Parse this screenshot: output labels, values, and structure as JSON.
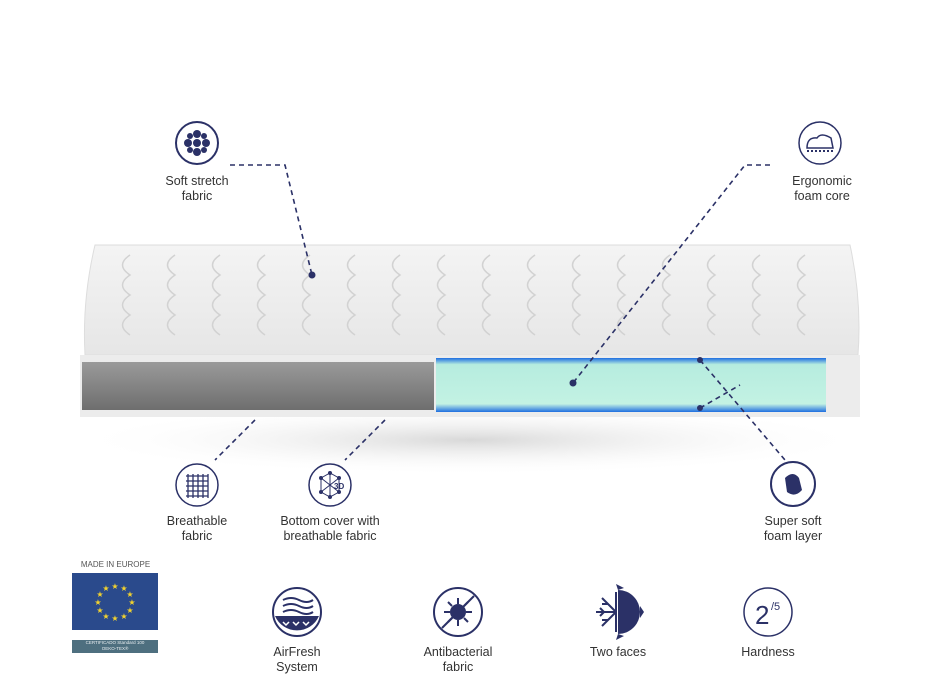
{
  "features": {
    "soft_stretch": {
      "label_1": "Soft stretch",
      "label_2": "fabric",
      "icon": "grid-circle-icon"
    },
    "ergonomic": {
      "label_1": "Ergonomic",
      "label_2": "foam core",
      "icon": "foam-pillow-icon"
    },
    "breathable": {
      "label_1": "Breathable",
      "label_2": "fabric",
      "icon": "woven-fabric-icon"
    },
    "bottom_cover": {
      "label_1": "Bottom cover with",
      "label_2": "breathable fabric",
      "icon": "3d-mesh-icon",
      "icon_text": "3D"
    },
    "super_soft": {
      "label_1": "Super soft",
      "label_2": "foam layer",
      "icon": "hand-press-icon"
    }
  },
  "badges": {
    "airfresh": {
      "label_1": "AirFresh",
      "label_2": "System",
      "icon": "air-wave-icon"
    },
    "antibacterial": {
      "label_1": "Antibacterial",
      "label_2": "fabric",
      "icon": "no-bacteria-icon"
    },
    "two_faces": {
      "label": "Two faces",
      "icon": "snow-sun-icon"
    },
    "hardness": {
      "label": "Hardness",
      "value": "2",
      "scale": "/5"
    }
  },
  "certification": {
    "made_in": "MADE IN EUROPE",
    "ribbon_1": "CERTIFICADO Standard 100",
    "ribbon_2": "OEKO-TEX®"
  },
  "colors": {
    "navy": "#2b3167",
    "eu_blue": "#2a4a8c",
    "foam": "#bff0df",
    "foam_edge": "#2f7fe0"
  }
}
